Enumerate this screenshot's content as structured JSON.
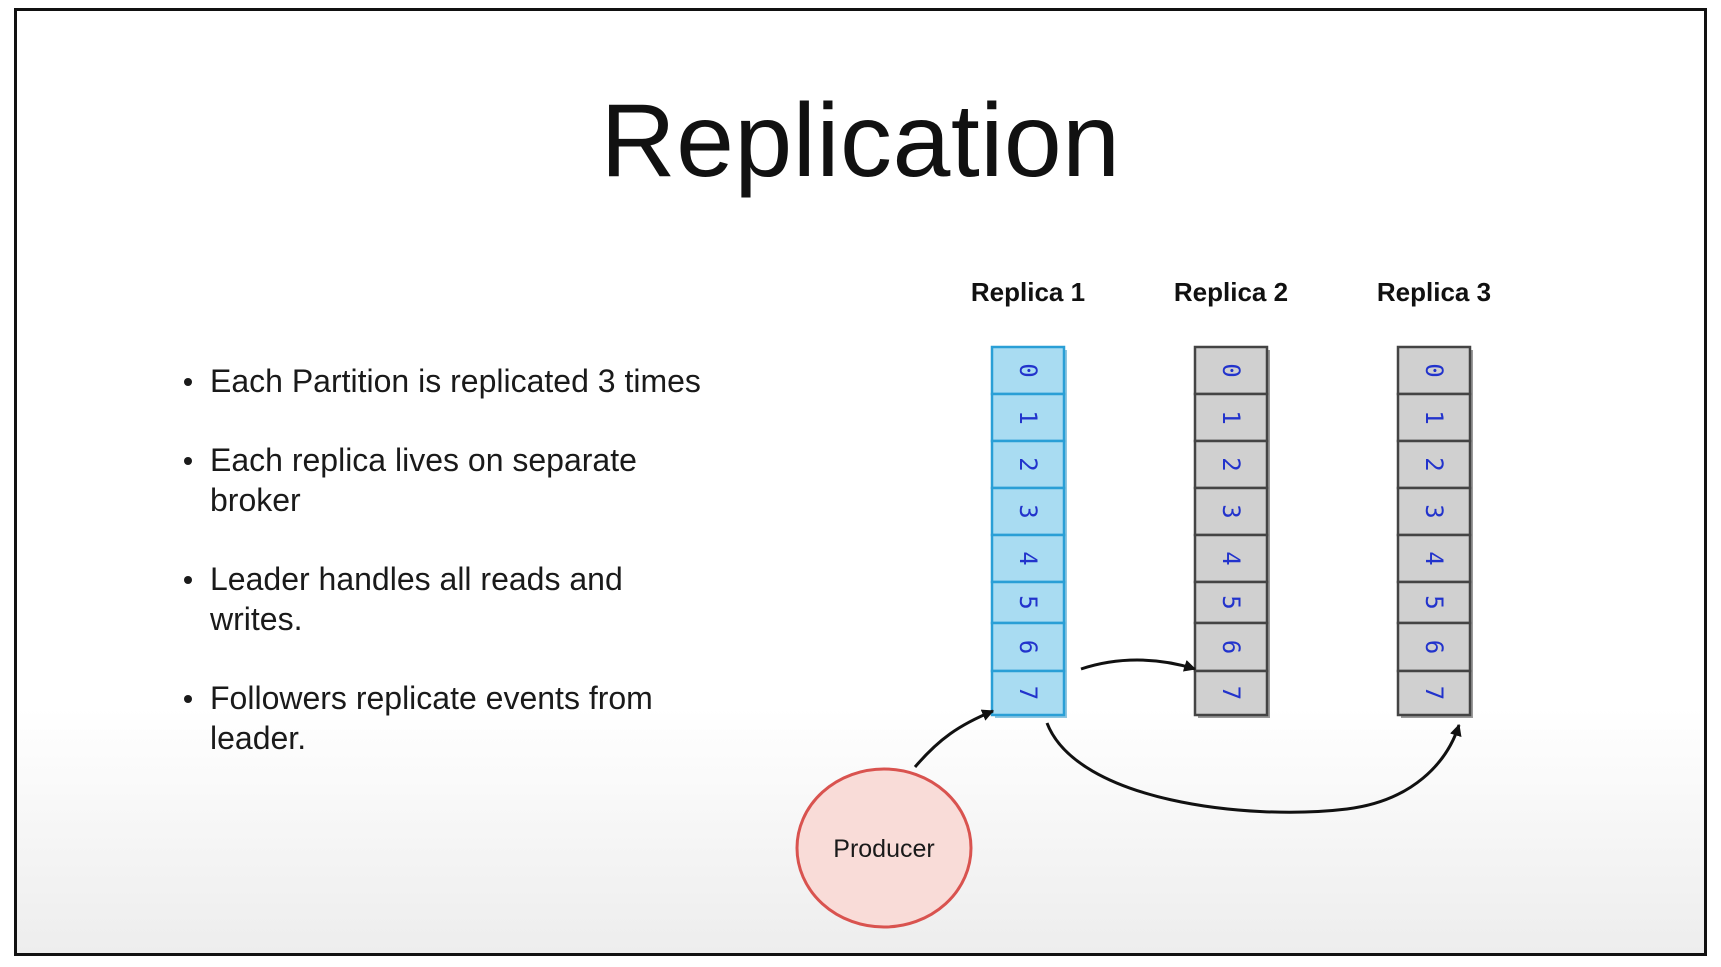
{
  "slide": {
    "title": "Replication",
    "bullets": [
      "Each Partition is replicated 3 times",
      "Each replica lives on separate broker",
      "Leader handles all reads and writes.",
      "Followers replicate events from leader."
    ]
  },
  "diagram": {
    "replicas": [
      {
        "name": "Replica 1",
        "role": "leader",
        "offsets": [
          "0",
          "1",
          "2",
          "3",
          "4",
          "5",
          "6",
          "7"
        ]
      },
      {
        "name": "Replica 2",
        "role": "follower",
        "offsets": [
          "0",
          "1",
          "2",
          "3",
          "4",
          "5",
          "6",
          "7"
        ]
      },
      {
        "name": "Replica 3",
        "role": "follower",
        "offsets": [
          "0",
          "1",
          "2",
          "3",
          "4",
          "5",
          "6",
          "7"
        ]
      }
    ],
    "producer_label": "Producer",
    "colors": {
      "leader_fill": "#a9dcf2",
      "leader_stroke": "#2a9fd6",
      "follower_fill": "#d0d0d0",
      "follower_stroke": "#444444",
      "digit": "#2233cc",
      "producer_fill": "#f9dcd8",
      "producer_stroke": "#d9534f",
      "arrow": "#111111"
    }
  }
}
